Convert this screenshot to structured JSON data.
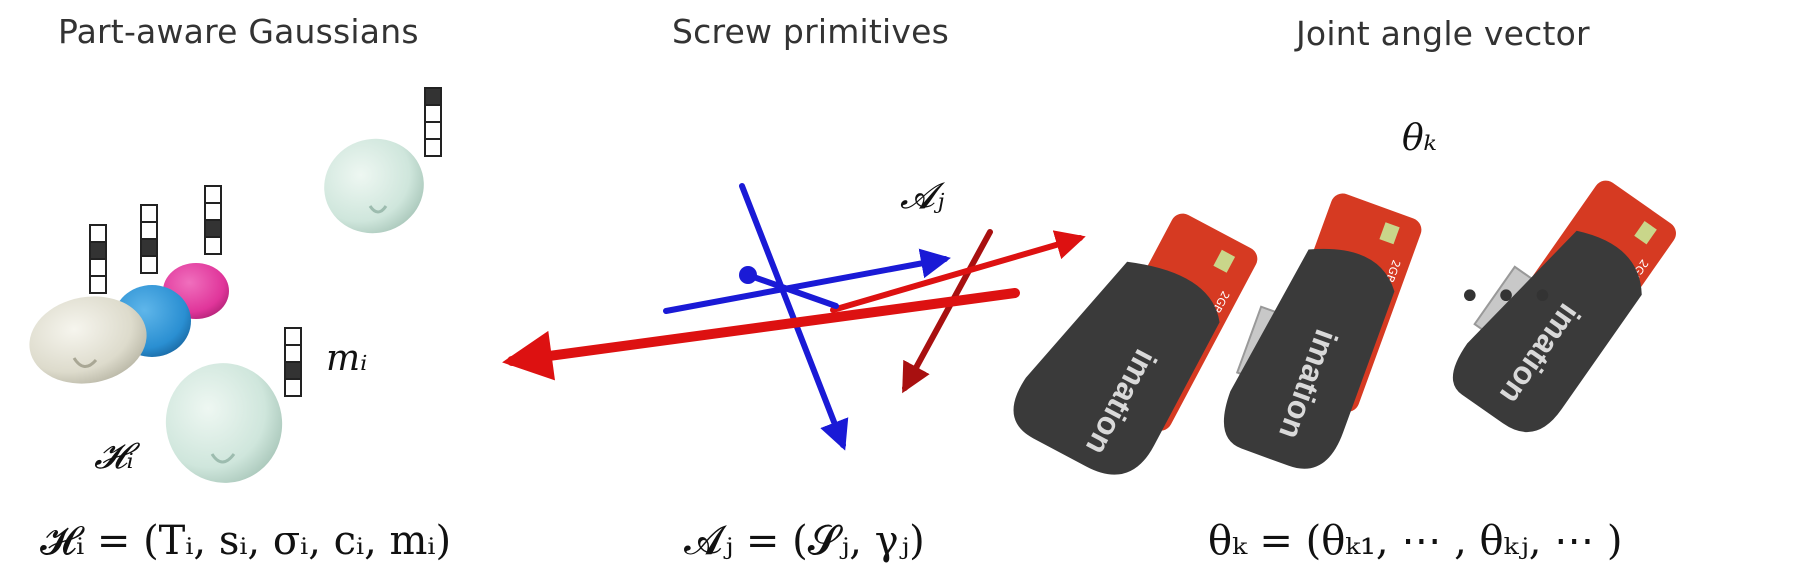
{
  "panels": [
    {
      "title": "Part-aware Gaussians",
      "symbol": "𝓗ᵢ",
      "mask_label": "mᵢ",
      "formula": "𝓗ᵢ = (Tᵢ, sᵢ, σᵢ, cᵢ, mᵢ)"
    },
    {
      "title": "Screw primitives",
      "symbol": "𝓐ⱼ",
      "formula": "𝓐ⱼ = (𝓢ⱼ, γⱼ)"
    },
    {
      "title": "Joint angle vector",
      "symbol": "θₖ",
      "formula": "θₖ = (θₖ₁, ⋯ , θₖⱼ, ⋯ )"
    }
  ],
  "usb_drive": {
    "capacity": "2GB",
    "brand": "imation"
  },
  "ellipsis": "• • •",
  "colors": {
    "blue_axis": "#1a1ad6",
    "red_axis": "#dd1111",
    "dark_red_axis": "#a81010",
    "gaussian_beige": "#e6e4d6",
    "gaussian_blue": "#2a8fd2",
    "gaussian_pink": "#e0359a",
    "gaussian_mint": "#cfe6dc",
    "usb_red": "#d63a22",
    "usb_black": "#3a3a3a"
  }
}
